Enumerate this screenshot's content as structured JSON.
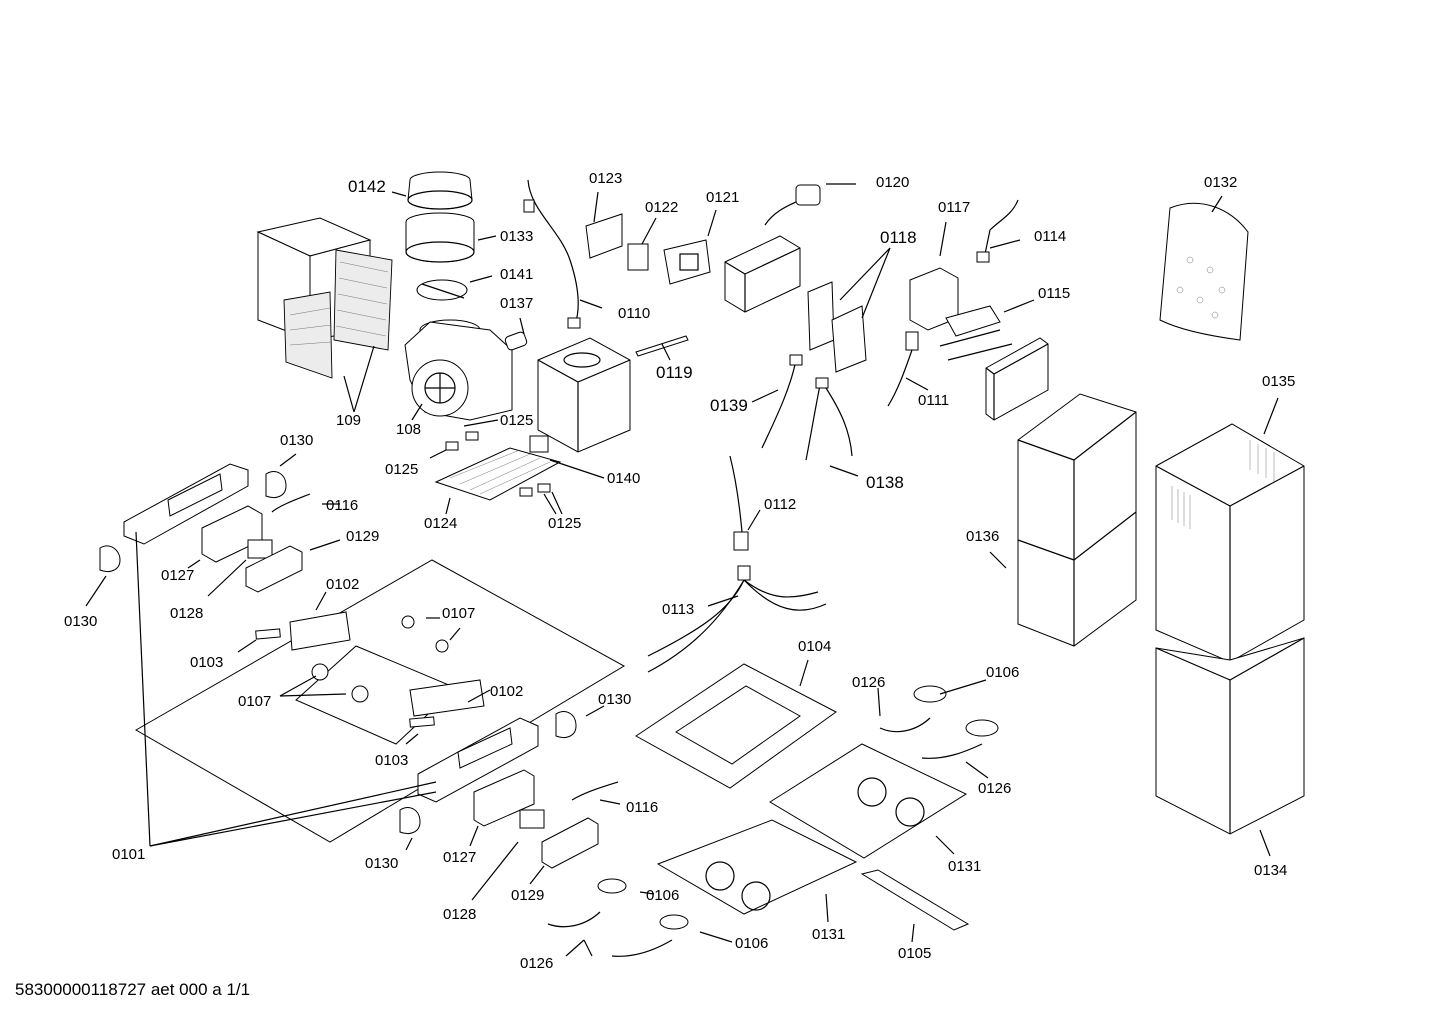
{
  "labels": {
    "l0142": "0142",
    "l0133": "0133",
    "l0141": "0141",
    "l0137": "0137",
    "l0123": "0123",
    "l0122": "0122",
    "l0121": "0121",
    "l0110": "0110",
    "l0119": "0119",
    "l0120": "0120",
    "l0117": "0117",
    "l0118": "0118",
    "l0114": "0114",
    "l0115": "0115",
    "l0111": "0111",
    "l0139": "0139",
    "l0138": "0138",
    "l0132": "0132",
    "l0135": "0135",
    "l109": "109",
    "l108": "108",
    "l0125a": "0125",
    "l0125b": "0125",
    "l0125c": "0125",
    "l0140": "0140",
    "l0124": "0124",
    "l0130a": "0130",
    "l0116a": "0116",
    "l0129a": "0129",
    "l0127a": "0127",
    "l0128a": "0128",
    "l0130b": "0130",
    "l0102a": "0102",
    "l0107a": "0107",
    "l0103a": "0103",
    "l0107b": "0107",
    "l0102b": "0102",
    "l0103b": "0103",
    "l0130c": "0130",
    "l0112": "0112",
    "l0113": "0113",
    "l0136": "0136",
    "l0104": "0104",
    "l0126a": "0126",
    "l0106a": "0106",
    "l0126b": "0126",
    "l0116b": "0116",
    "l0127b": "0127",
    "l0130d": "0130",
    "l0101": "0101",
    "l0128b": "0128",
    "l0129b": "0129",
    "l0106b": "0106",
    "l0106c": "0106",
    "l0126c": "0126",
    "l0131a": "0131",
    "l0131b": "0131",
    "l0105": "0105",
    "l0134": "0134"
  },
  "footer": "58300000118727 aet 000 a 1/1"
}
